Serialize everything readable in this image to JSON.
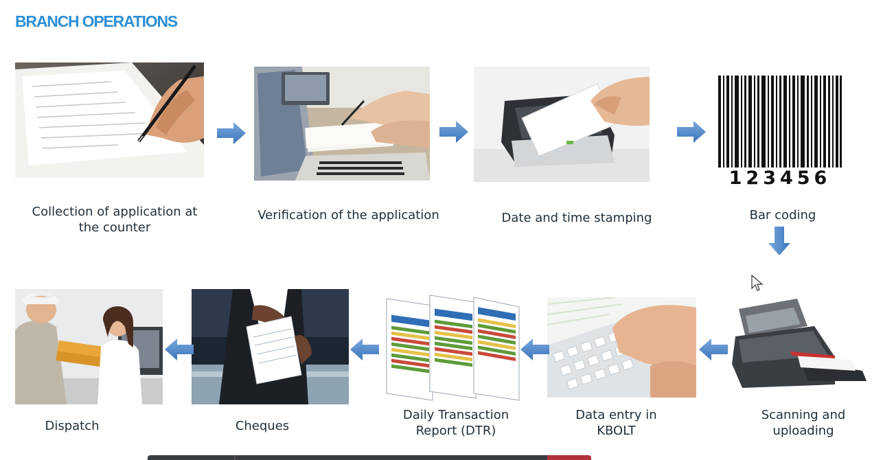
{
  "title": "BRANCH OPERATIONS",
  "steps": {
    "collection": "Collection  of application  at\nthe counter",
    "verification": "Verification  of the application",
    "stamping": "Date and time stamping",
    "barcoding": "Bar coding",
    "scanning": "Scanning and\nuploading",
    "data_entry": "Data entry in\nKBOLT",
    "dtr": "Daily Transaction\nReport  (DTR)",
    "cheques": "Cheques",
    "dispatch": "Dispatch"
  },
  "barcode_digits": "123456",
  "colors": {
    "title": "#2e8fd6",
    "arrow": "#4a86c8",
    "text": "#1f2e3a"
  },
  "icons": [
    "arrow-right-icon",
    "arrow-down-icon",
    "arrow-left-icon",
    "mouse-cursor-icon"
  ]
}
